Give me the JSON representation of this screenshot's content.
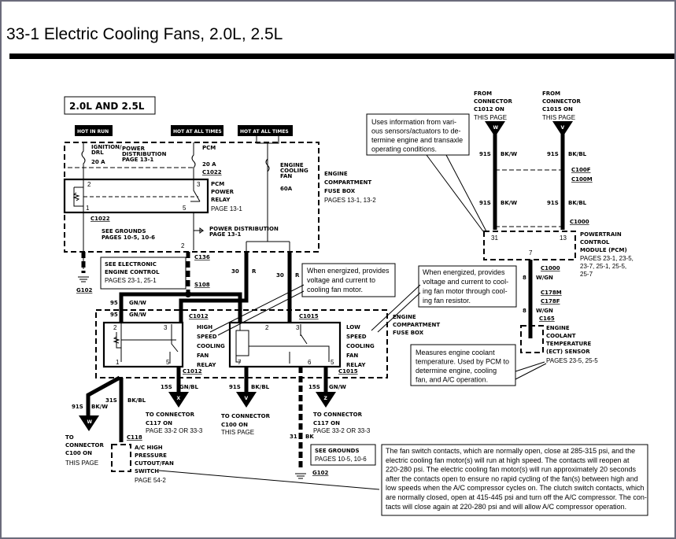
{
  "title": "33-1 Electric Cooling Fans, 2.0L, 2.5L",
  "engine_label": "2.0L AND 2.5L",
  "hot": [
    "HOT IN RUN",
    "HOT AT ALL TIMES",
    "HOT AT ALL TIMES"
  ],
  "top_fuse_box": {
    "ign": [
      "IGNITION/",
      "DRL"
    ],
    "ign_amp": "20 A",
    "power_dist": [
      "POWER",
      "DISTRIBUTION",
      "PAGE 13-1"
    ],
    "pcm": "PCM",
    "pcm_amp": "20 A",
    "c1022_top": "C1022",
    "relay": [
      "PCM",
      "POWER",
      "RELAY"
    ],
    "relay_page": "PAGE 13-1",
    "pins": [
      "2",
      "3",
      "1",
      "5",
      "2"
    ],
    "c1022_bottom": "C1022",
    "grounds": [
      "SEE GROUNDS",
      "PAGES 10-5, 10-6"
    ],
    "power_dist2": [
      "POWER DISTRIBUTION",
      "PAGE 13-1"
    ],
    "fan_fuse": [
      "ENGINE",
      "COOLING",
      "FAN"
    ],
    "fan_amp": "60A",
    "box_label": [
      "ENGINE",
      "COMPARTMENT",
      "FUSE BOX"
    ],
    "box_pages": "PAGES 13-1, 13-2"
  },
  "eec": [
    "SEE ELECTRONIC",
    "ENGINE CONTROL",
    "PAGES 23-1, 25-1"
  ],
  "connectors": {
    "c136": "C136",
    "s108": "S108",
    "g102_left": "G102",
    "c1012_top": "C1012",
    "c1015_top": "C1015",
    "c1012_bottom": "C1012",
    "c1015_bottom": "C1015",
    "c118": "C118",
    "g102_bottom": "G102"
  },
  "wire_labels": {
    "r1": [
      "30",
      "R"
    ],
    "r2": [
      "30",
      "R"
    ],
    "gnw1": [
      "95",
      "GN/W"
    ],
    "gnw2": [
      "95",
      "GN/W"
    ],
    "x": [
      "15S",
      "GN/BL"
    ],
    "v": [
      "91S",
      "BK/BL"
    ],
    "z": [
      "15S",
      "GN/W"
    ],
    "bk": [
      "31",
      "BK"
    ],
    "bkbl": [
      "31S",
      "BK/BL"
    ],
    "bkw": [
      "91S",
      "BK/W"
    ]
  },
  "high_relay": {
    "label": [
      "HIGH",
      "SPEED",
      "COOLING",
      "FAN",
      "RELAY"
    ],
    "pins": [
      "2",
      "3",
      "1",
      "5"
    ]
  },
  "low_relay": {
    "label": [
      "LOW",
      "SPEED",
      "COOLING",
      "FAN",
      "RELAY"
    ],
    "pins": [
      "2",
      "3",
      "7",
      "6",
      "5"
    ]
  },
  "lower_fuse_box": [
    "ENGINE",
    "COMPARTMENT",
    "FUSE BOX"
  ],
  "callouts": {
    "high": [
      "When energized, provides",
      "voltage and current to",
      "cooling fan motor."
    ],
    "low": [
      "When energized, provides",
      "voltage and current to cool-",
      "ing fan motor through cool-",
      "ing fan resistor."
    ],
    "pcm": [
      "Uses information from vari-",
      "ous sensors/actuators to de-",
      "termine engine and transaxle",
      "operating conditions."
    ],
    "ect": [
      "Measures engine coolant",
      "temperature. Used by PCM to",
      "determine engine, cooling",
      "fan, and A/C operation."
    ],
    "switch": [
      "The fan switch contacts, which are normally open, close at 285-315 psi, and the",
      "electric cooling fan motor(s) will run at high speed. The contacts will reopen at",
      "220-280 psi. The electric cooling fan motor(s) will run approximately 20 seconds",
      "after the contacts open to ensure no rapid cycling of the fan(s) between high and",
      "low speeds when the A/C compressor cycles on. The clutch switch contacts, which",
      "are normally closed, open at 415-445 psi and turn off the A/C compressor. The con-",
      "tacts will close again at 220-280 psi and will allow A/C compressor operation."
    ]
  },
  "targets": {
    "x": {
      "letter": "X",
      "lines": [
        "TO  CONNECTOR",
        "C117 ON",
        "PAGE 33-2 OR 33-3"
      ]
    },
    "v": {
      "letter": "V",
      "lines": [
        "TO  CONNECTOR",
        "C100 ON",
        "THIS PAGE"
      ]
    },
    "z": {
      "letter": "Z",
      "lines": [
        "TO  CONNECTOR",
        "C117 ON",
        "PAGE 33-2 OR 33-3"
      ]
    },
    "w": {
      "letter": "W",
      "lines": [
        "TO",
        "CONNECTOR",
        "C100 ON",
        "THIS PAGE"
      ]
    }
  },
  "grounds_box": [
    "SEE  GROUNDS",
    "PAGES 10-5, 10-6"
  ],
  "ac_switch": {
    "label": [
      "A/C HIGH",
      "PRESSURE",
      "CUTOUT/FAN",
      "SWITCH"
    ],
    "page": "PAGE 54-2"
  },
  "pcm_side": {
    "from_w": {
      "letter": "W",
      "lines": [
        "FROM",
        "CONNECTOR",
        "C1012 ON",
        "THIS PAGE"
      ]
    },
    "from_v": {
      "letter": "V",
      "lines": [
        "FROM",
        "CONNECTOR",
        "C1015 ON",
        "THIS PAGE"
      ]
    },
    "w_labels": [
      "91S",
      "BK/W",
      "91S",
      "BK/W"
    ],
    "v_labels": [
      "91S",
      "BK/BL",
      "91S",
      "BK/BL"
    ],
    "c100f": "C100F",
    "c100m": "C100M",
    "c1000a": "C1000",
    "pins": [
      "31",
      "13",
      "7"
    ],
    "pcm": [
      "POWERTRAIN",
      "CONTROL",
      "MODULE  (PCM)"
    ],
    "pcm_pages": [
      "PAGES 23-1, 23-5,",
      "23-7, 25-1, 25-5,",
      "25-7"
    ],
    "c1000b": "C1000",
    "wgn1": [
      "8",
      "W/GN"
    ],
    "c178m": "C178M",
    "c178f": "C178F",
    "wgn2": [
      "8",
      "W/GN"
    ],
    "c165": "C165",
    "ect": [
      "ENGINE",
      "COOLANT",
      "TEMPERATURE",
      "(ECT)  SENSOR"
    ],
    "ect_pages": "PAGES 23-5, 25-5"
  }
}
